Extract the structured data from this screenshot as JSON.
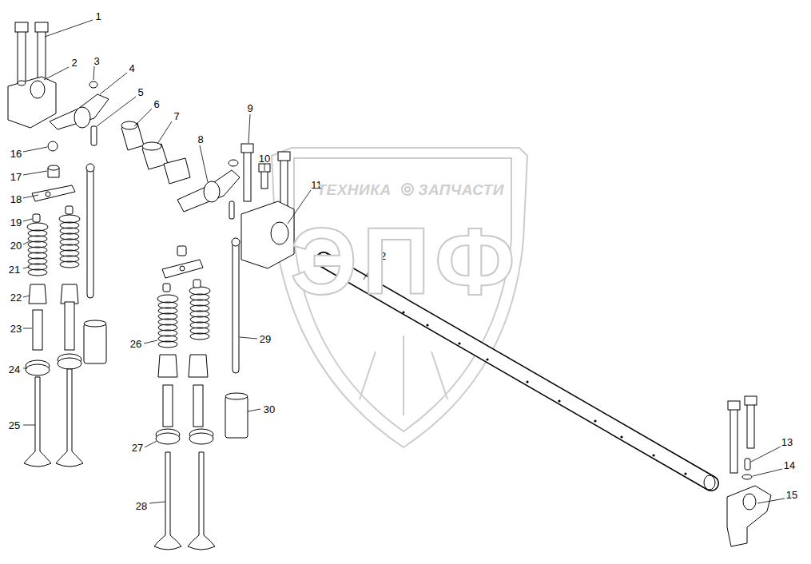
{
  "diagram": {
    "labels": [
      "1",
      "2",
      "3",
      "4",
      "5",
      "6",
      "7",
      "8",
      "9",
      "10",
      "11",
      "12",
      "13",
      "14",
      "15",
      "16",
      "17",
      "18",
      "19",
      "20",
      "21",
      "22",
      "23",
      "24",
      "25",
      "26",
      "27",
      "28",
      "29",
      "30",
      "ТЕХНИКА",
      "ЗАПЧАСТИ",
      "ЭПФ"
    ]
  }
}
